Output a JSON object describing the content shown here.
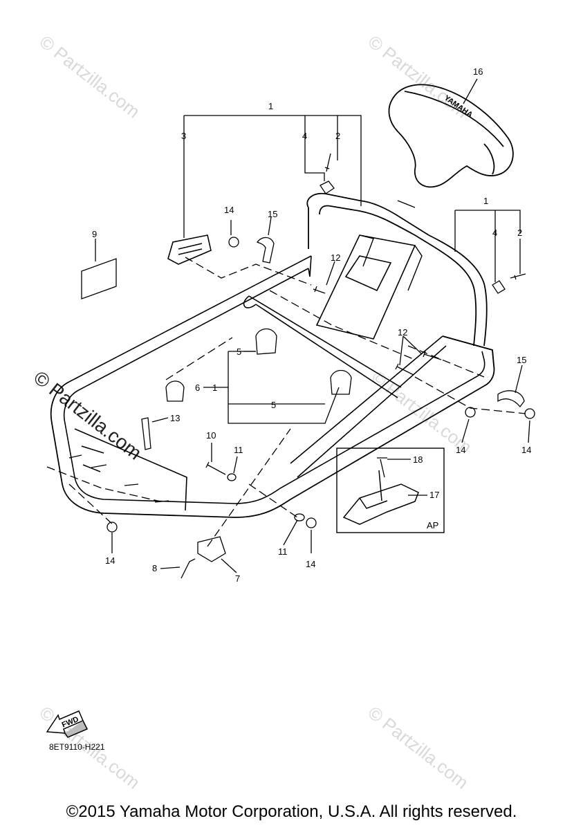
{
  "watermarks": {
    "light": "© Partzilla.com",
    "dark": "© Partzilla.com"
  },
  "labels": {
    "l1_top": "1",
    "l2_top": "2",
    "l3": "3",
    "l4_top": "4",
    "l1_right": "1",
    "l4_right": "4",
    "l2_right": "2",
    "l5_a": "5",
    "l5_b": "5",
    "l6": "6",
    "l1_mid": "1",
    "l7": "7",
    "l8": "8",
    "l9": "9",
    "l10": "10",
    "l11_a": "11",
    "l11_b": "11",
    "l12_a": "12",
    "l12_b": "12",
    "l13": "13",
    "l14_a": "14",
    "l14_b": "14",
    "l14_c": "14",
    "l14_d": "14",
    "l14_e": "14",
    "l15_a": "15",
    "l15_b": "15",
    "l16": "16",
    "l17": "17",
    "l18": "18"
  },
  "inset_label": "AP",
  "fwd_label": "FWD",
  "cover_logo": "YAMAHA",
  "diagram_code": "8ET9110-H221",
  "copyright": "©2015 Yamaha Motor Corporation, U.S.A. All rights reserved."
}
